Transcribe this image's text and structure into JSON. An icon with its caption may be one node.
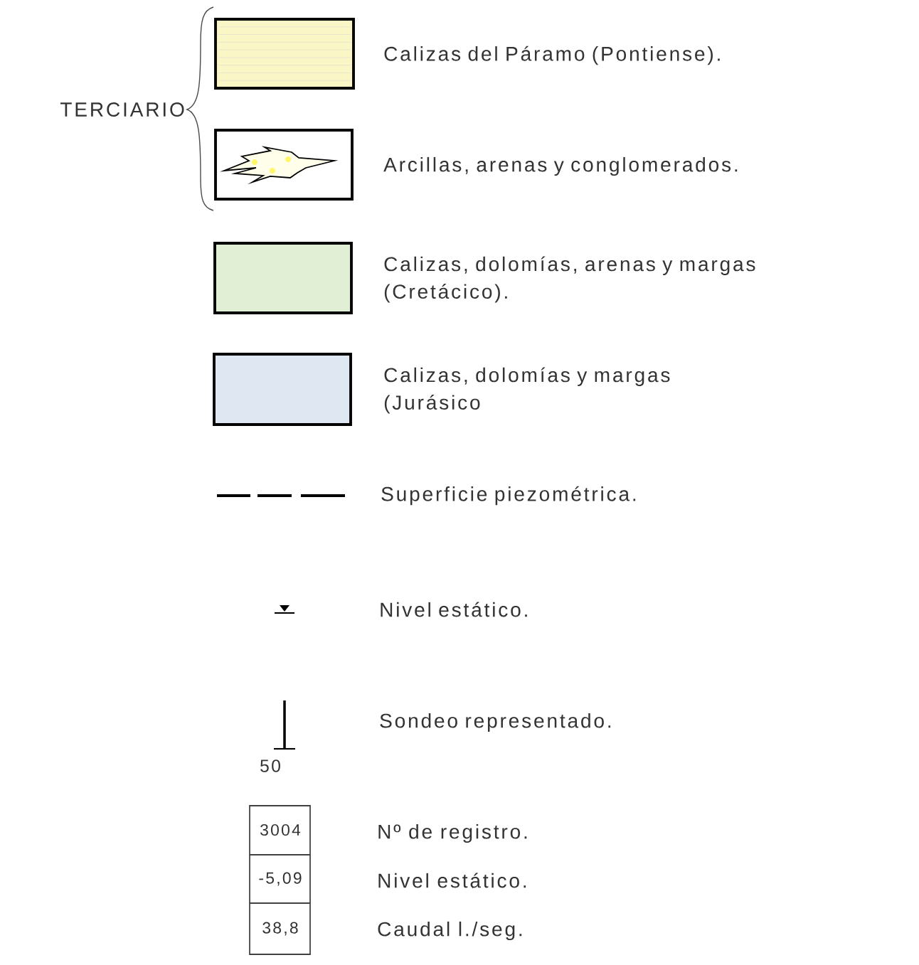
{
  "diagram": {
    "legend": [
      {
        "text": "Calizas del Páramo (Pontiense).",
        "color": "#fbf6c6"
      },
      {
        "text": "Arcillas, arenas y conglomerados."
      },
      {
        "text": "Calizas, dolomías, arenas y margas (Cretácico).",
        "color": "#e1f0d4"
      },
      {
        "text": "Calizas, dolomías y margas (Jurásico",
        "color": "#dfe8f2"
      },
      {
        "text": "Superficie piezométrica."
      },
      {
        "text": "Nivel estático."
      },
      {
        "text": "Sondeo representado."
      }
    ],
    "labels": [
      "TERCIARIO",
      "50",
      "3004",
      "Nº de registro.",
      "-5,09",
      "Nivel estático.",
      "38,8",
      "Caudal l./seg."
    ]
  }
}
